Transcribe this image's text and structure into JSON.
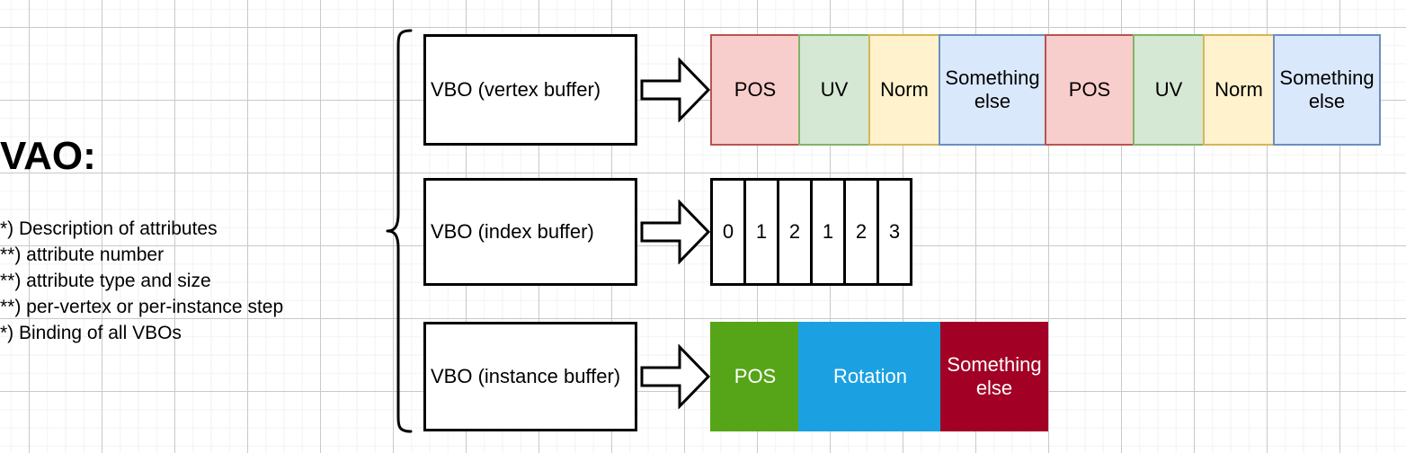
{
  "title": "VAO:",
  "notes": [
    "*) Description of attributes",
    "**) attribute number",
    "**) attribute type and size",
    "**) per-vertex or per-instance step",
    "*) Binding of all VBOs"
  ],
  "rows": [
    {
      "key": "vertex",
      "box_label": "VBO (vertex buffer)",
      "arrow": "block-arrow-right",
      "cells": [
        {
          "label": "POS",
          "width": 100,
          "fill": "#f8cecc",
          "stroke": "#b85450",
          "text": "#000000"
        },
        {
          "label": "UV",
          "width": 80,
          "fill": "#d5e8d4",
          "stroke": "#82b366",
          "text": "#000000"
        },
        {
          "label": "Norm",
          "width": 80,
          "fill": "#fff2cc",
          "stroke": "#d6b656",
          "text": "#000000"
        },
        {
          "label": "Something else",
          "width": 120,
          "fill": "#dae8fc",
          "stroke": "#6c8ebf",
          "text": "#000000"
        },
        {
          "label": "POS",
          "width": 100,
          "fill": "#f8cecc",
          "stroke": "#b85450",
          "text": "#000000"
        },
        {
          "label": "UV",
          "width": 80,
          "fill": "#d5e8d4",
          "stroke": "#82b366",
          "text": "#000000"
        },
        {
          "label": "Norm",
          "width": 80,
          "fill": "#fff2cc",
          "stroke": "#d6b656",
          "text": "#000000"
        },
        {
          "label": "Something else",
          "width": 120,
          "fill": "#dae8fc",
          "stroke": "#6c8ebf",
          "text": "#000000"
        }
      ]
    },
    {
      "key": "index",
      "box_label": "VBO (index buffer)",
      "arrow": "block-arrow-right",
      "cells": [
        {
          "label": "0",
          "width": 40,
          "fill": "#ffffff",
          "stroke": "#000000",
          "text": "#000000"
        },
        {
          "label": "1",
          "width": 40,
          "fill": "#ffffff",
          "stroke": "#000000",
          "text": "#000000"
        },
        {
          "label": "2",
          "width": 40,
          "fill": "#ffffff",
          "stroke": "#000000",
          "text": "#000000"
        },
        {
          "label": "1",
          "width": 40,
          "fill": "#ffffff",
          "stroke": "#000000",
          "text": "#000000"
        },
        {
          "label": "2",
          "width": 40,
          "fill": "#ffffff",
          "stroke": "#000000",
          "text": "#000000"
        },
        {
          "label": "3",
          "width": 40,
          "fill": "#ffffff",
          "stroke": "#000000",
          "text": "#000000"
        }
      ]
    },
    {
      "key": "instance",
      "box_label": "VBO (instance buffer)",
      "arrow": "block-arrow-right",
      "cells": [
        {
          "label": "POS",
          "width": 100,
          "fill": "#56a518",
          "stroke": "#56a518",
          "text": "#ffffff"
        },
        {
          "label": "Rotation",
          "width": 160,
          "fill": "#1ba1e2",
          "stroke": "#1ba1e2",
          "text": "#ffffff"
        },
        {
          "label": "Something else",
          "width": 120,
          "fill": "#a20025",
          "stroke": "#a20025",
          "text": "#ffffff"
        }
      ]
    }
  ],
  "brace": {
    "name": "left-curly-brace",
    "stroke": "#000000"
  },
  "grid": {
    "minor_color": "#f2f2f2",
    "major_color": "#c9c9c9"
  }
}
